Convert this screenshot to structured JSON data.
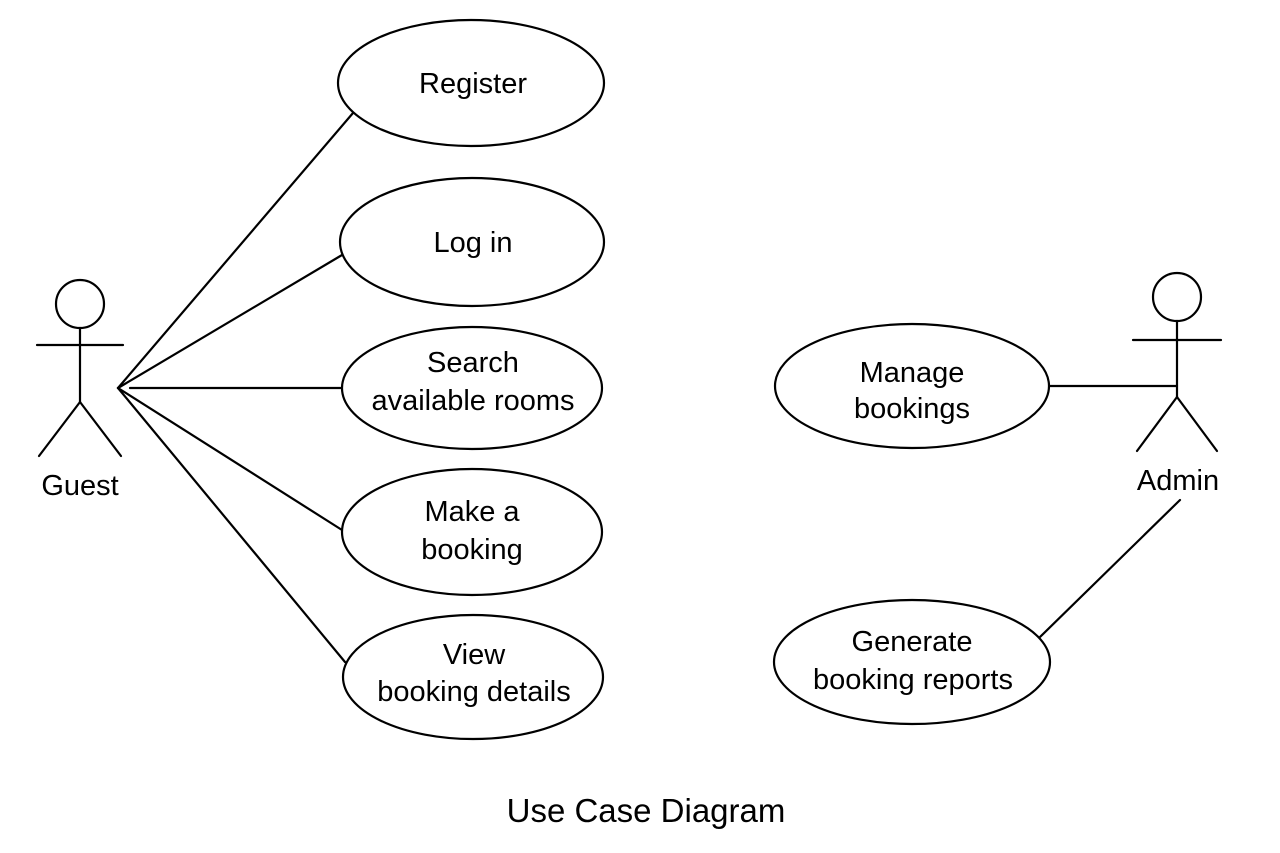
{
  "diagram": {
    "caption": "Use Case Diagram",
    "actors": {
      "guest": "Guest",
      "admin": "Admin"
    },
    "use_cases": {
      "register": [
        "Register"
      ],
      "login": [
        "Log in"
      ],
      "search_rooms": [
        "Search",
        "available rooms"
      ],
      "make_booking": [
        "Make a",
        "booking"
      ],
      "view_booking": [
        "View",
        "booking details"
      ],
      "manage_bookings": [
        "Manage",
        "bookings"
      ],
      "generate_reports": [
        "Generate",
        "booking reports"
      ]
    }
  }
}
